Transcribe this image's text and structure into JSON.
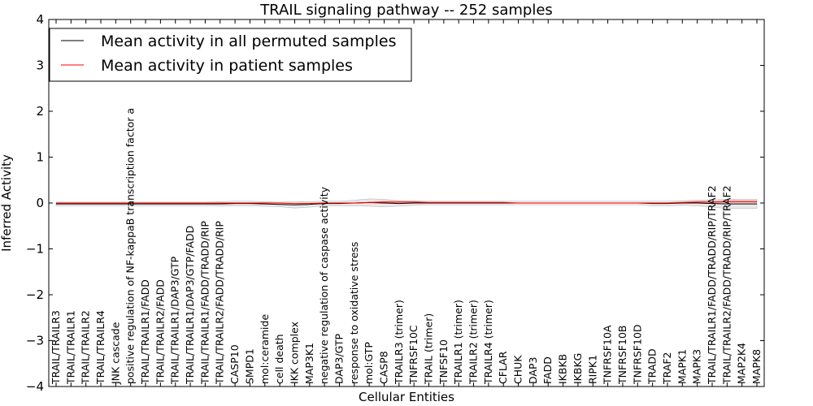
{
  "chart_data": {
    "type": "line",
    "title": "TRAIL signaling pathway -- 252 samples",
    "xlabel": "Cellular Entities",
    "ylabel": "Inferred Activity",
    "ylim": [
      -4,
      4
    ],
    "yticks": [
      "−4",
      "−3",
      "−2",
      "−1",
      "0",
      "1",
      "2",
      "3",
      "4"
    ],
    "grid": false,
    "legend_position": "top-left",
    "categories": [
      "TRAIL/TRAILR3",
      "TRAIL/TRAILR1",
      "TRAIL/TRAILR2",
      "TRAIL/TRAILR4",
      "JNK cascade",
      "positive regulation of NF-kappaB transcription factor a",
      "TRAIL/TRAILR1/FADD",
      "TRAIL/TRAILR2/FADD",
      "TRAIL/TRAILR1/DAP3/GTP",
      "TRAIL/TRAILR1/DAP3/GTP/FADD",
      "TRAIL/TRAILR1/FADD/TRADD/RIP",
      "TRAIL/TRAILR2/FADD/TRADD/RIP",
      "CASP10",
      "SMPD1",
      "mol:ceramide",
      "cell death",
      "IKK complex",
      "MAP3K1",
      "negative regulation of caspase activity",
      "DAP3/GTP",
      "response to oxidative stress",
      "mol:GTP",
      "CASP8",
      "TRAILR3 (trimer)",
      "TNFRSF10C",
      "TRAIL (trimer)",
      "TNFSF10",
      "TRAILR1 (trimer)",
      "TRAILR2 (trimer)",
      "TRAILR4 (trimer)",
      "CFLAR",
      "CHUK",
      "DAP3",
      "FADD",
      "IKBKB",
      "IKBKG",
      "RIPK1",
      "TNFRSF10A",
      "TNFRSF10B",
      "TNFRSF10D",
      "TRADD",
      "TRAF2",
      "MAPK1",
      "MAPK3",
      "TRAIL/TRAILR1/FADD/TRADD/RIP/TRAF2",
      "TRAIL/TRAILR2/FADD/TRADD/RIP/TRAF2",
      "MAP2K4",
      "MAPK8"
    ],
    "series": [
      {
        "name": "Mean activity in all permuted samples",
        "color": "#000000",
        "values": [
          -0.02,
          -0.02,
          -0.02,
          -0.02,
          -0.02,
          -0.02,
          -0.02,
          -0.02,
          -0.02,
          -0.02,
          -0.02,
          -0.02,
          -0.01,
          -0.01,
          -0.02,
          -0.03,
          -0.04,
          -0.03,
          -0.01,
          -0.01,
          0.0,
          0.01,
          0.0,
          -0.01,
          0.0,
          0.0,
          0.0,
          0.0,
          0.0,
          0.0,
          0.0,
          0.0,
          0.0,
          0.0,
          0.0,
          0.0,
          0.0,
          0.0,
          0.0,
          0.0,
          -0.01,
          -0.01,
          0.0,
          0.0,
          -0.01,
          -0.02,
          -0.02,
          -0.02
        ],
        "band": [
          0.04,
          0.04,
          0.04,
          0.04,
          0.04,
          0.04,
          0.04,
          0.04,
          0.04,
          0.04,
          0.04,
          0.05,
          0.05,
          0.05,
          0.05,
          0.05,
          0.07,
          0.06,
          0.05,
          0.05,
          0.06,
          0.08,
          0.08,
          0.06,
          0.05,
          0.04,
          0.04,
          0.04,
          0.04,
          0.04,
          0.04,
          0.04,
          0.04,
          0.04,
          0.04,
          0.04,
          0.04,
          0.04,
          0.04,
          0.04,
          0.05,
          0.05,
          0.05,
          0.06,
          0.08,
          0.1,
          0.1,
          0.1
        ]
      },
      {
        "name": "Mean activity in patient samples",
        "color": "#ff0000",
        "values": [
          0.0,
          0.0,
          0.0,
          0.0,
          0.0,
          0.0,
          0.0,
          0.0,
          0.0,
          0.0,
          0.0,
          0.0,
          0.0,
          0.0,
          0.0,
          0.0,
          -0.01,
          -0.01,
          0.0,
          0.0,
          0.0,
          0.01,
          0.02,
          0.02,
          0.02,
          0.01,
          0.01,
          0.01,
          0.01,
          0.01,
          0.01,
          0.0,
          0.0,
          0.0,
          0.0,
          0.0,
          0.0,
          0.0,
          0.0,
          0.0,
          0.0,
          0.0,
          0.01,
          0.02,
          0.02,
          0.03,
          0.03,
          0.03
        ],
        "band": [
          0.01,
          0.01,
          0.01,
          0.01,
          0.01,
          0.01,
          0.01,
          0.01,
          0.01,
          0.01,
          0.01,
          0.01,
          0.01,
          0.01,
          0.01,
          0.01,
          0.01,
          0.01,
          0.01,
          0.01,
          0.01,
          0.02,
          0.03,
          0.03,
          0.02,
          0.02,
          0.02,
          0.02,
          0.02,
          0.02,
          0.02,
          0.01,
          0.01,
          0.01,
          0.01,
          0.01,
          0.01,
          0.01,
          0.01,
          0.01,
          0.01,
          0.01,
          0.02,
          0.03,
          0.03,
          0.03,
          0.03,
          0.03
        ]
      }
    ]
  }
}
